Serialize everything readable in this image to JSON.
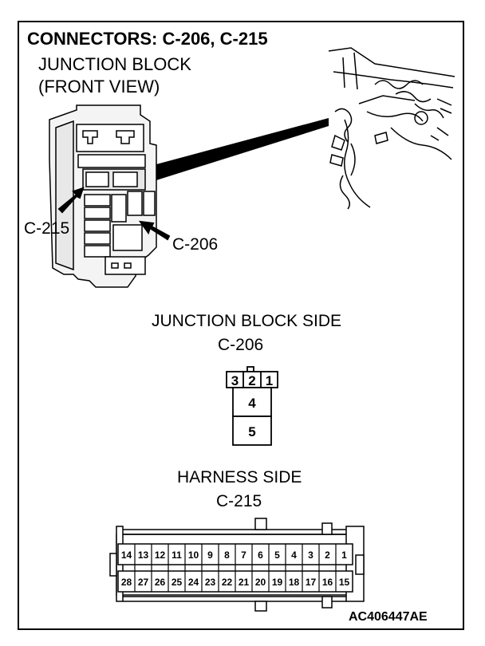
{
  "title": "CONNECTORS: C-206, C-215",
  "subtitle_line1": "JUNCTION BLOCK",
  "subtitle_line2": "(FRONT VIEW)",
  "callouts": {
    "c215": "C-215",
    "c206": "C-206"
  },
  "junction_block_side": {
    "heading": "JUNCTION BLOCK SIDE",
    "connector": "C-206",
    "top_pins": [
      "3",
      "2",
      "1"
    ],
    "pin4": "4",
    "pin5": "5"
  },
  "harness_side": {
    "heading": "HARNESS SIDE",
    "connector": "C-215",
    "row1": [
      "14",
      "13",
      "12",
      "11",
      "10",
      "9",
      "8",
      "7",
      "6",
      "5",
      "4",
      "3",
      "2",
      "1"
    ],
    "row2": [
      "28",
      "27",
      "26",
      "25",
      "24",
      "23",
      "22",
      "21",
      "20",
      "19",
      "18",
      "17",
      "16",
      "15"
    ]
  },
  "figure_code": "AC406447AE"
}
